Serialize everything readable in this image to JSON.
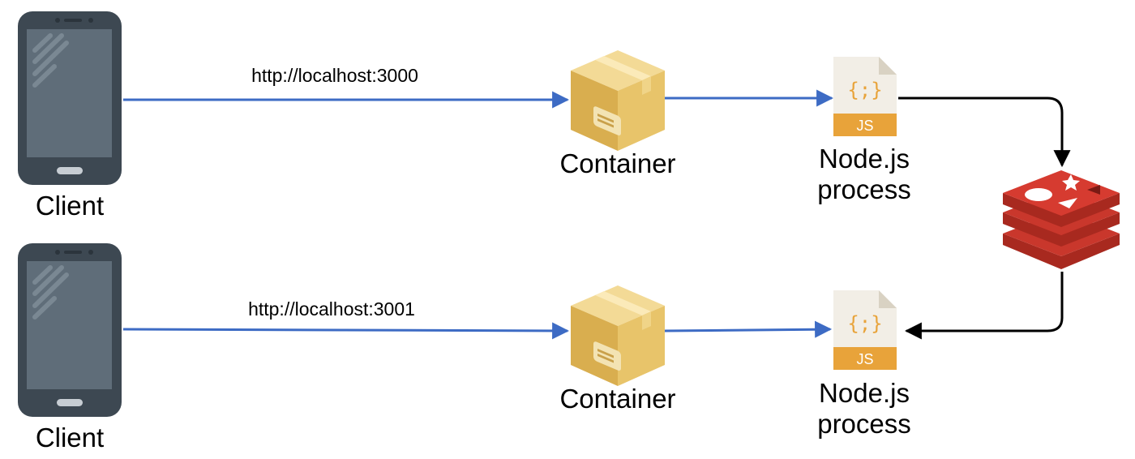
{
  "rows": [
    {
      "client_label": "Client",
      "url": "http://localhost:3000",
      "container_label": "Container",
      "process_label_line1": "Node.js",
      "process_label_line2": "process",
      "file_badge": "JS",
      "file_glyph": "{;}"
    },
    {
      "client_label": "Client",
      "url": "http://localhost:3001",
      "container_label": "Container",
      "process_label_line1": "Node.js",
      "process_label_line2": "process",
      "file_badge": "JS",
      "file_glyph": "{;}"
    }
  ],
  "icons": {
    "client": "smartphone-icon",
    "container": "box-icon",
    "process": "js-file-icon",
    "store": "redis-icon"
  },
  "colors": {
    "arrow_blue": "#3d6bc4",
    "arrow_black": "#000000",
    "phone_body": "#3d4852",
    "phone_screen": "#5f6d79",
    "box_main": "#e8c46a",
    "file_paper": "#f2eee6",
    "js_badge": "#e8a33a",
    "redis_red": "#c9372c"
  }
}
